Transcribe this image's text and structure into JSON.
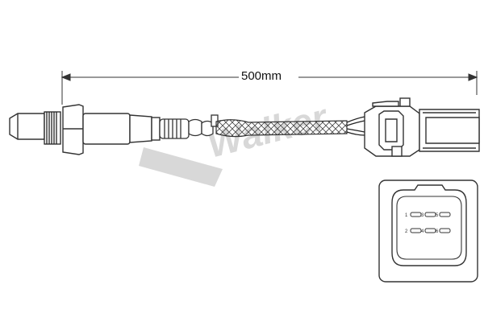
{
  "dimension": {
    "length_label": "500mm"
  },
  "watermark": {
    "brand_text": "Walker"
  },
  "connector_detail": {
    "pins_top": [
      "1",
      "3",
      "5"
    ],
    "pins_bottom": [
      "2",
      "4",
      "6"
    ]
  }
}
